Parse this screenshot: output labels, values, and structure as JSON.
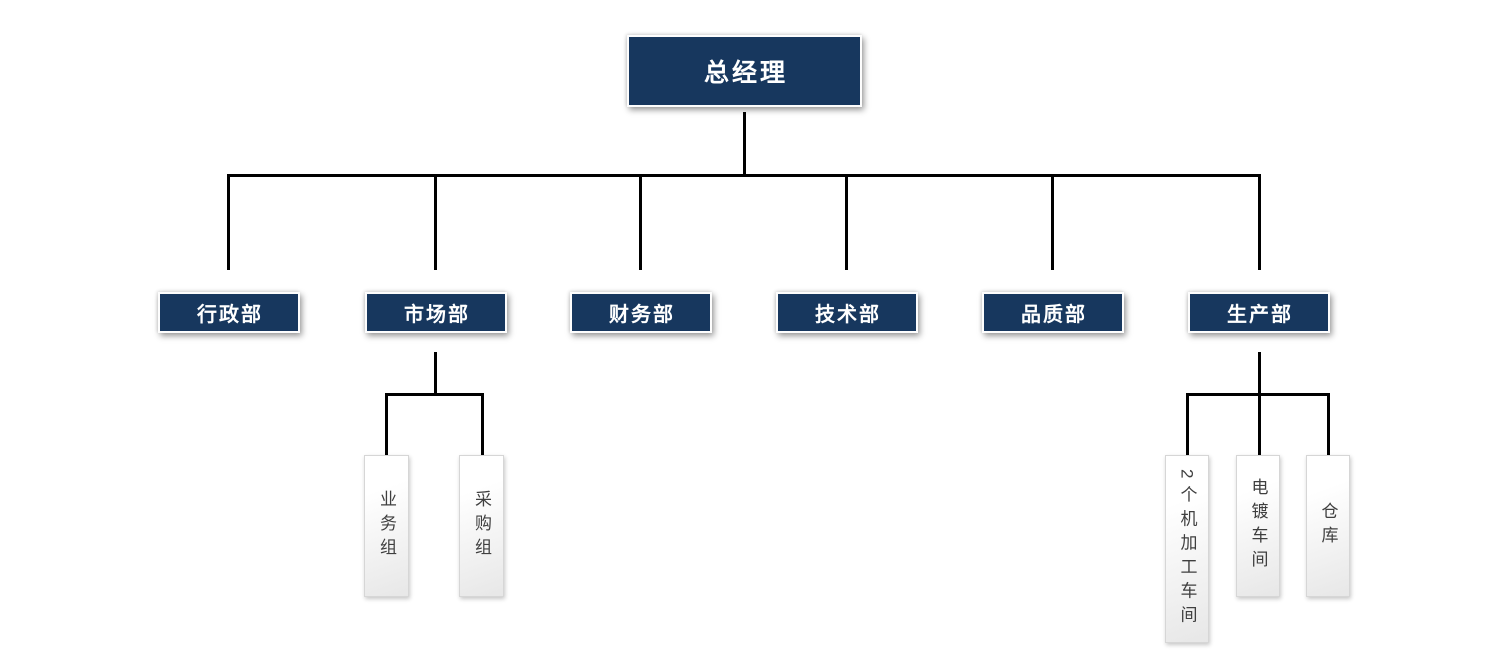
{
  "org_chart": {
    "root": {
      "label": "总经理"
    },
    "departments": [
      {
        "label": "行政部"
      },
      {
        "label": "市场部"
      },
      {
        "label": "财务部"
      },
      {
        "label": "技术部"
      },
      {
        "label": "品质部"
      },
      {
        "label": "生产部"
      }
    ],
    "marketing_subgroups": [
      {
        "label": "业务组"
      },
      {
        "label": "采购组"
      }
    ],
    "production_subgroups": [
      {
        "label": "2个机加工车间"
      },
      {
        "label": "电镀车间"
      },
      {
        "label": "仓库"
      }
    ],
    "colors": {
      "department_fill": "#17375E",
      "department_text": "#FFFFFF",
      "subgroup_fill_top": "#FFFFFF",
      "subgroup_fill_bottom": "#E7E7E7",
      "subgroup_text": "#3F3F3F",
      "connector": "#000000",
      "background": "#FFFFFF"
    }
  }
}
